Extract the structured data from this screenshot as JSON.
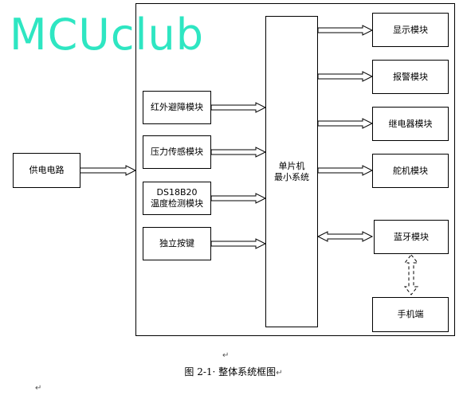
{
  "watermark": "MCUclub",
  "blocks": {
    "power": "供电电路",
    "infrared": "红外避障模块",
    "pressure": "压力传感模块",
    "ds18b20_line1": "DS18B20",
    "ds18b20_line2": "温度检测模块",
    "key": "独立按键",
    "mcu_line1": "单片机",
    "mcu_line2": "最小系统",
    "display": "显示模块",
    "alarm": "报警模块",
    "relay": "继电器模块",
    "servo": "舵机模块",
    "bluetooth": "蓝牙模块",
    "phone": "手机端"
  },
  "caption": "图 2-1· 整体系统框图",
  "para_mark": "↵"
}
